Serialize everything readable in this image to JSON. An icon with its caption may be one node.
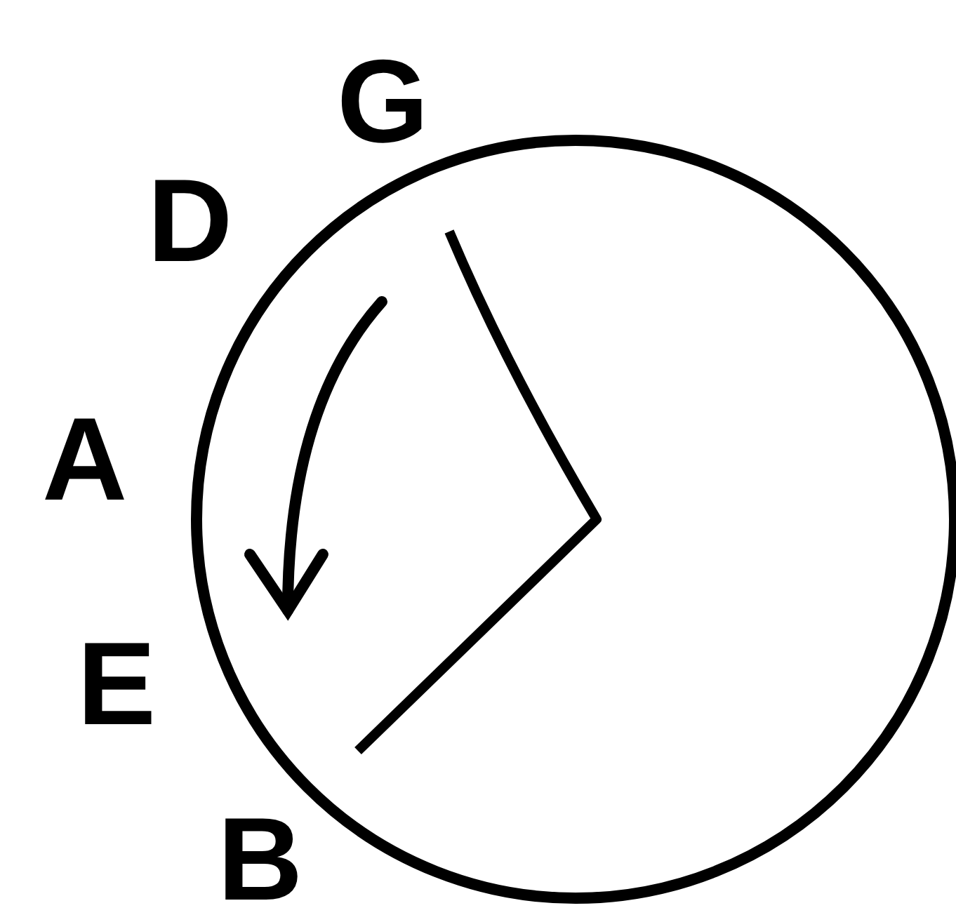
{
  "diagram": {
    "labels": [
      "G",
      "D",
      "A",
      "E",
      "B"
    ]
  }
}
